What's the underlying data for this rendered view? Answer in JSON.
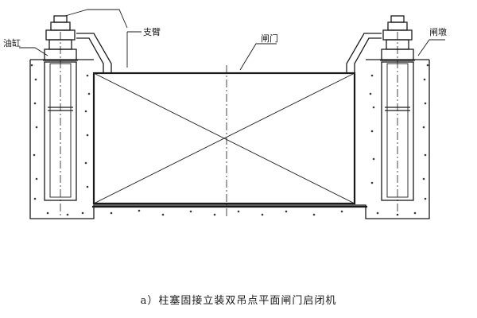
{
  "labels": {
    "oil_cylinder": "油缸",
    "support_pipe": "支臂",
    "gate": "闸门",
    "gate_pier": "闸墩"
  },
  "caption": "a）柱塞固接立装双吊点平面闸门启闭机"
}
